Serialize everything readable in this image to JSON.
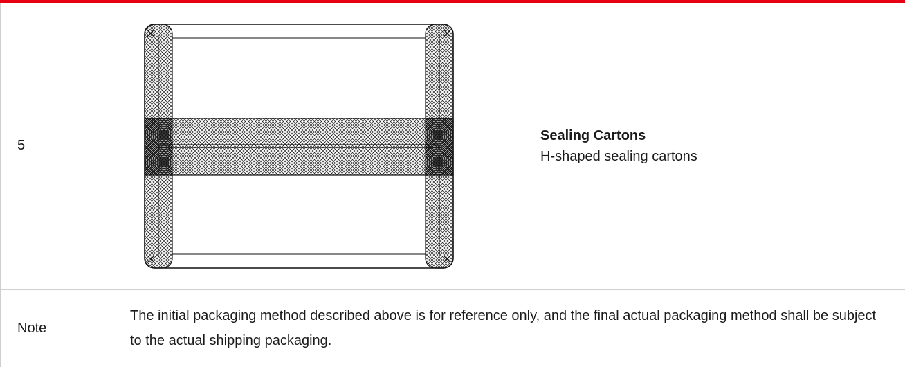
{
  "row": {
    "step_number": "5",
    "title": "Sealing Cartons",
    "description": "H-shaped sealing cartons"
  },
  "note": {
    "label": "Note",
    "text": "The initial packaging method described above is for reference only, and the final actual packaging method shall be subject to the actual shipping packaging."
  },
  "colors": {
    "accent_rule": "#e60012",
    "grid_border": "#cfcfcf",
    "text": "#1a1a1a"
  }
}
